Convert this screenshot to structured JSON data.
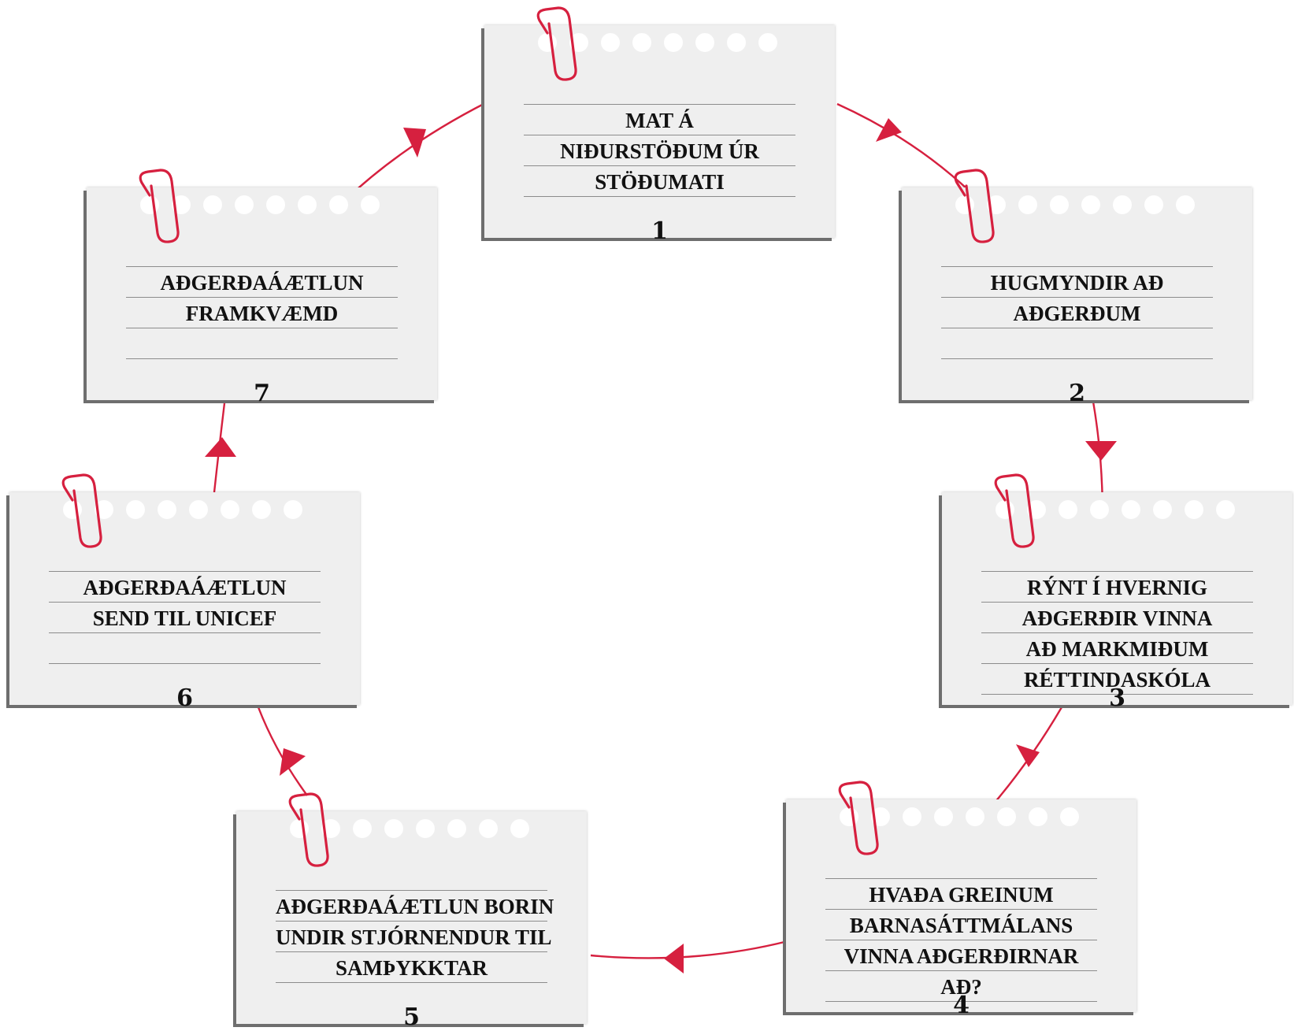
{
  "accent_color": "#d6203f",
  "steps": [
    {
      "number": "1",
      "lines": [
        "MAT Á",
        "NIÐURSTÖÐUM ÚR",
        "STÖÐUMATI"
      ]
    },
    {
      "number": "2",
      "lines": [
        "HUGMYNDIR AÐ",
        "AÐGERÐUM",
        ""
      ]
    },
    {
      "number": "3",
      "lines": [
        "RÝNT Í HVERNIG",
        "AÐGERÐIR VINNA",
        "AÐ MARKMIÐUM",
        "RÉTTINDASKÓLA"
      ]
    },
    {
      "number": "4",
      "lines": [
        "HVAÐA GREINUM",
        "BARNASÁTTMÁLANS",
        "VINNA AÐGERÐIRNAR",
        "AÐ?"
      ]
    },
    {
      "number": "5",
      "lines": [
        "AÐGERÐAÁÆTLUN BORIN",
        "UNDIR STJÓRNENDUR TIL",
        "SAMÞYKKTAR"
      ]
    },
    {
      "number": "6",
      "lines": [
        "AÐGERÐAÁÆTLUN",
        "SEND TIL UNICEF",
        ""
      ]
    },
    {
      "number": "7",
      "lines": [
        "AÐGERÐAÁÆTLUN",
        "FRAMKVÆMD",
        ""
      ]
    }
  ]
}
